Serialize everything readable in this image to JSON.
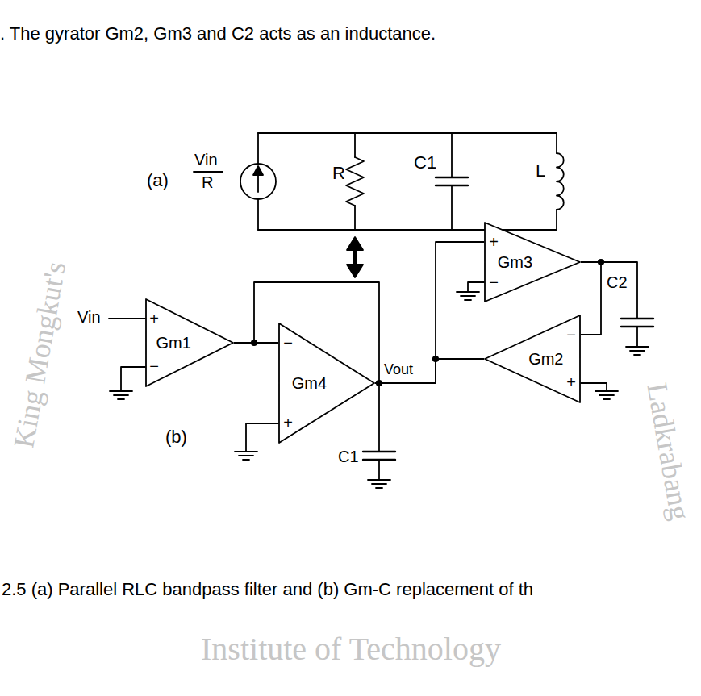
{
  "diagram": {
    "caption": "2.5 (a) Parallel RLC bandpass filter and (b) Gm-C replacement of th",
    "nodes": [
      {
        "text": [
          "Gm1",
          "+",
          "−"
        ]
      },
      {
        "text": [
          "Gm4",
          "−",
          "+"
        ]
      },
      {
        "text": [
          "Gm3",
          "+",
          "−"
        ]
      },
      {
        "text": [
          "Gm2",
          "−",
          "+"
        ]
      }
    ],
    "edges": [
      {
        "from": 0,
        "to": 1,
        "arrow": "none"
      },
      {
        "from": 1,
        "to": 2,
        "arrow": "none"
      },
      {
        "from": 2,
        "to": 3,
        "arrow": "none"
      },
      {
        "from": 3,
        "to": 1,
        "arrow": "none"
      }
    ],
    "labels": [
      ". The gyrator Gm2, Gm3 and C2 acts as an inductance.",
      "(a)",
      "Vin",
      "R",
      "R",
      "C1",
      "L",
      "Vin",
      "Vout",
      "C1",
      "C2",
      "(b)",
      "King Mongkut's",
      "Institute of Technology",
      "Ladkrabang"
    ]
  }
}
